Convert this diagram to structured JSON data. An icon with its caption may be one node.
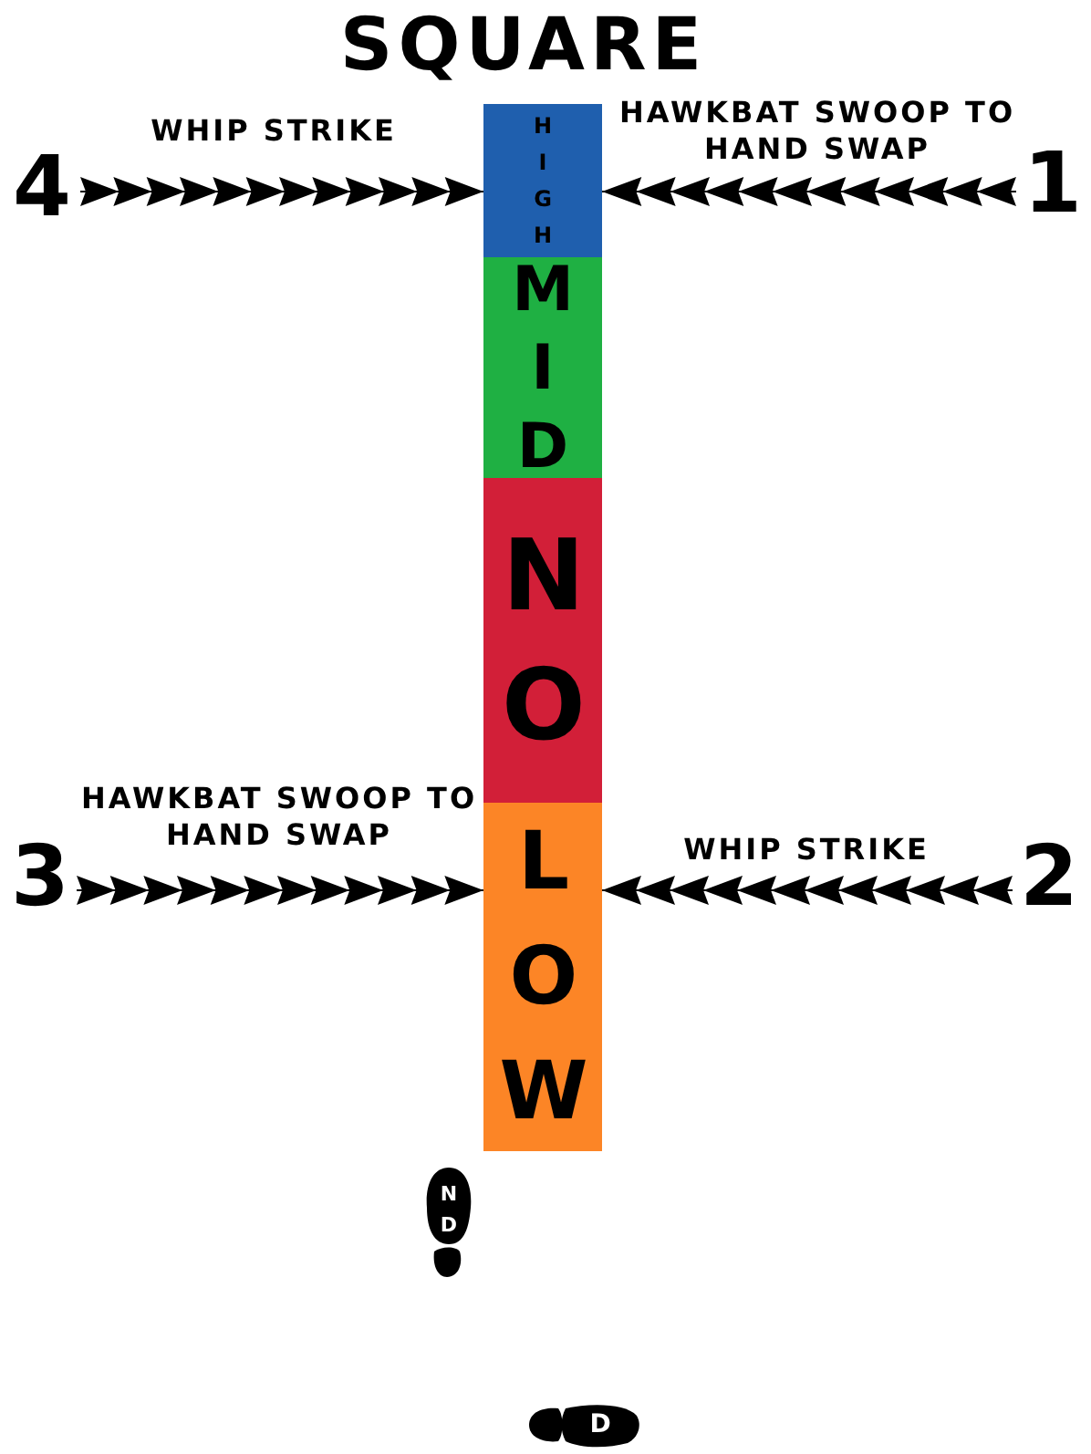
{
  "diagram": {
    "title": "SQUARE",
    "nodes": [
      {
        "text": [
          "4"
        ]
      },
      {
        "text": [
          "HIGH"
        ]
      },
      {
        "text": [
          "1"
        ]
      },
      {
        "text": [
          "MID"
        ]
      },
      {
        "text": [
          "NO"
        ]
      },
      {
        "text": [
          "3"
        ]
      },
      {
        "text": [
          "LOW"
        ]
      },
      {
        "text": [
          "2"
        ]
      },
      {
        "text": [
          "ND"
        ]
      },
      {
        "text": [
          "D"
        ]
      }
    ],
    "edges": [
      {
        "from": 0,
        "to": 1,
        "arrow": "to",
        "label": "WHIP STRIKE"
      },
      {
        "from": 2,
        "to": 1,
        "arrow": "to",
        "label": "HAWKBAT SWOOP TO HAND SWAP"
      },
      {
        "from": 5,
        "to": 6,
        "arrow": "to",
        "label": "HAWKBAT SWOOP TO HAND SWAP"
      },
      {
        "from": 7,
        "to": 6,
        "arrow": "to",
        "label": "WHIP STRIKE"
      }
    ]
  }
}
